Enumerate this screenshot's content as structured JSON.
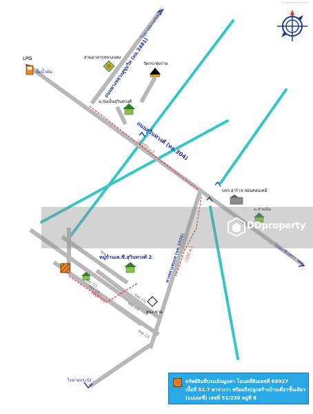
{
  "corner_tag": "…….……….",
  "labels": {
    "to_chonburi_top": "ไปบางปะกง/ชลบุรี",
    "road_3481": "ถนนทางหลวงสุขุมวิท (ทล.3481)",
    "lpg": "LPG",
    "lpg_sub": "ปั๊มน้ำมัน",
    "restaurant": "สวนอาหารหลวงแพง",
    "temple": "วัดกระทุ่มราย",
    "village_a": "ม.ร่มเย็นสุวินทวงศ์",
    "road_304": "ถนนสุวินทวงศ์ (ทล.304)",
    "dist_1150": "(1,150 ม.)",
    "company": "บจก.อาร์ เจ สอนคอนเคมี",
    "village_b": "ม.สามมัน",
    "to_chachoengsao": "ไปฉะเชิงเทรา",
    "village_main": "หมู่บ้านเค.ซี.สุวินทวงศ์ 2",
    "soi_3008": "ทางหลวงชนบท (ฉช.3008)",
    "dist_700": "(700 ม.)",
    "dist_600": "(600 ม.)",
    "soi_a": "ซอย 1",
    "soi_b": "ซอย 1/1",
    "soi_c": "ซอย 1/2",
    "soi_d": "ซอย 1/3",
    "soi_e": "ซอย 1/4",
    "soi_f": "ซอย 1/5",
    "office": "สนง.ขาย",
    "to_bangkok": "ไปลาดกระบัง"
  },
  "watermark": "DDproperty",
  "legend": {
    "line1": "ทรัพย์สินที่ประเมินมูลค่า โฉนดที่ดินเลขที่ 69927",
    "line2": "เนื้อที่ 51.7 ตารางวา พร้อมสิ่งปลูกสร้างบ้านเดี่ยวชั้นเดียว",
    "line3": "(แบบเดชี่) เลขที่ 51/230 หมู่ที่ 6"
  },
  "colors": {
    "road": "#b8b8b8",
    "canal": "#35c5c5",
    "route": "#e0302a",
    "legend_bg": "#29a8e6",
    "subject": "#f08a24",
    "label_blue": "#1f2f9a"
  },
  "icons": [
    "compass-icon",
    "lpg-station-icon",
    "restaurant-icon",
    "temple-icon",
    "house-icon",
    "factory-icon",
    "arrow-icon"
  ]
}
